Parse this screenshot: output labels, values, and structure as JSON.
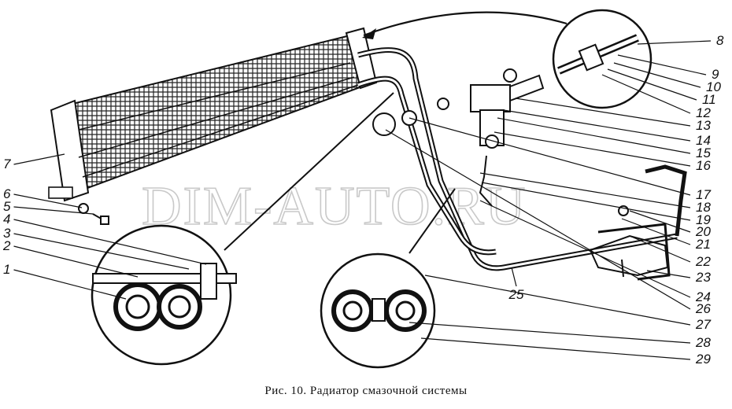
{
  "caption": "Рис. 10. Радиатор смазочной системы",
  "watermark": "DIM-AUTO.RU",
  "callouts": [
    "1",
    "2",
    "3",
    "4",
    "5",
    "6",
    "7",
    "8",
    "9",
    "10",
    "11",
    "12",
    "13",
    "14",
    "15",
    "16",
    "17",
    "18",
    "19",
    "20",
    "21",
    "22",
    "23",
    "24",
    "25",
    "26",
    "27",
    "28",
    "29"
  ]
}
